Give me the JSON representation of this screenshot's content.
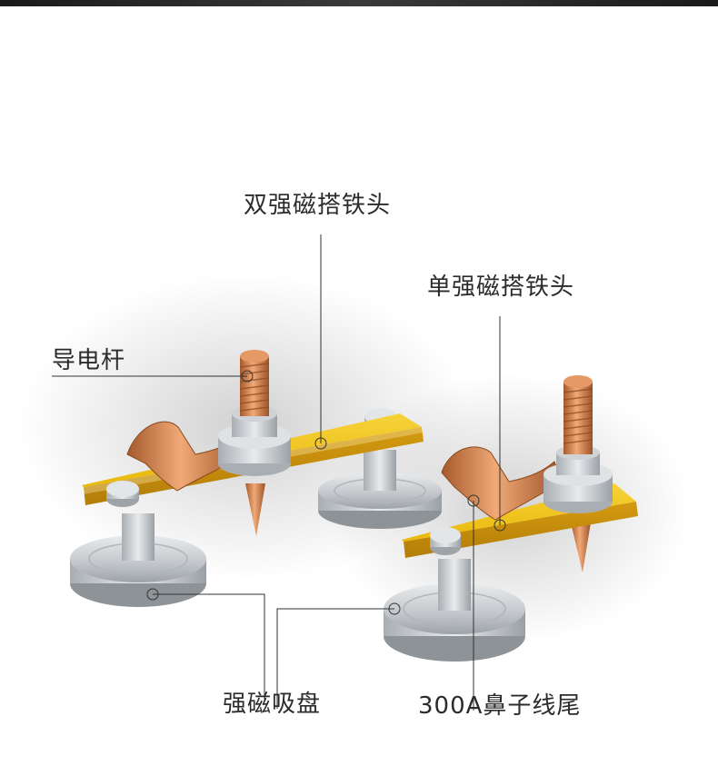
{
  "labels": {
    "double_head": "双强磁搭铁头",
    "single_head": "单强磁搭铁头",
    "rod": "导电杆",
    "magnet_base": "强磁吸盘",
    "cable_lug": "300A鼻子线尾"
  },
  "colors": {
    "accent_plate": "#f2c20f",
    "copper": "#d98a57",
    "steel": "#c9cccf",
    "line": "#333333"
  }
}
